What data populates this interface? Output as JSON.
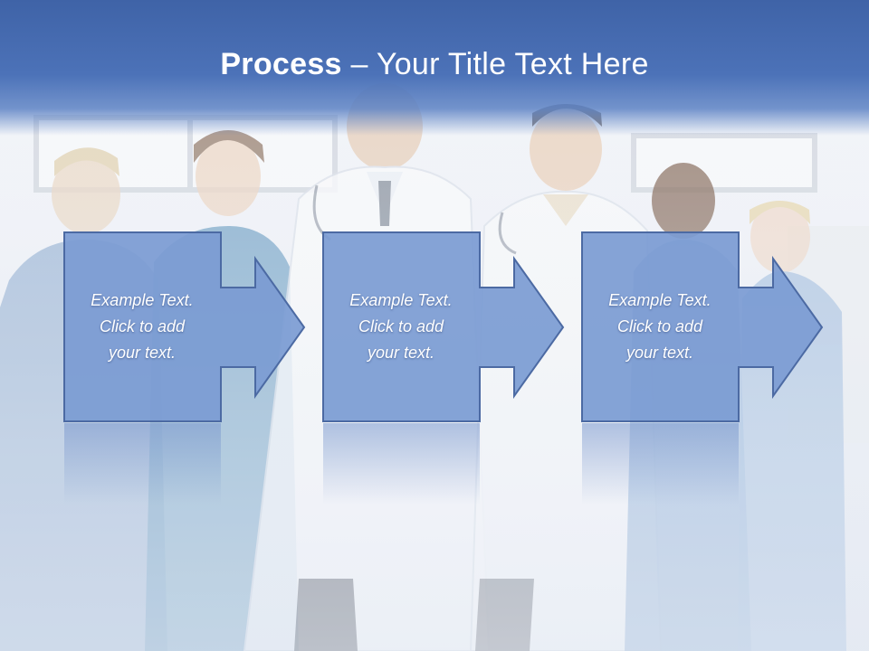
{
  "slide": {
    "title_bold": "Process",
    "title_rest": " – Your Title Text Here"
  },
  "steps": [
    {
      "line1": "Example Text.",
      "line2": "Click  to add",
      "line3": "your text."
    },
    {
      "line1": "Example Text.",
      "line2": "Click  to add",
      "line3": "your text."
    },
    {
      "line1": "Example Text.",
      "line2": "Click  to add",
      "line3": "your text."
    }
  ],
  "colors": {
    "title_band": "#4a6fb5",
    "box_fill": "#7b9bd3",
    "box_border": "#4c6aa3",
    "text": "#ffffff"
  },
  "background_image": "medical team of doctors and nurses"
}
